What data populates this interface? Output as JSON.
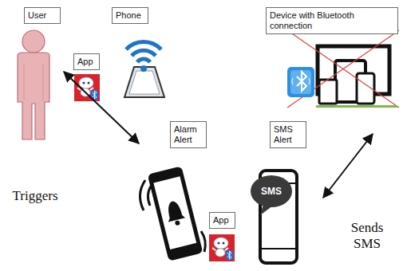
{
  "diagram": {
    "nodes": [
      {
        "text": [
          "User"
        ]
      },
      {
        "text": [
          "App"
        ]
      },
      {
        "text": [
          "Phone"
        ]
      },
      {
        "text": [
          "Device with Bluetooth connection"
        ]
      },
      {
        "text": [
          "Alarm Alert"
        ]
      },
      {
        "text": [
          "App"
        ]
      },
      {
        "text": [
          "SMS Alert"
        ]
      }
    ],
    "labels": [
      "Triggers",
      "Sends SMS",
      "SMS"
    ]
  }
}
